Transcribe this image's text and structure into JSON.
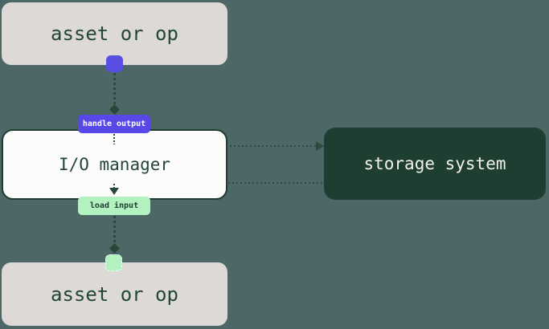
{
  "diagram": {
    "title": "io-manager-flow",
    "background_color": "#4d6767",
    "line_color": "#2b4b3d",
    "nodes": {
      "asset_top": {
        "label": "asset or op",
        "fill": "#dcd9d6",
        "text_color": "#24463a"
      },
      "io_manager": {
        "label": "I/O manager",
        "fill": "#fcfcfa",
        "border_color": "#1e3c2f",
        "text_color": "#24463a"
      },
      "storage": {
        "label": "storage system",
        "fill": "#1f3e32",
        "text_color": "#f3f1eb"
      },
      "asset_bottom": {
        "label": "asset or op",
        "fill": "#dcd9d6",
        "text_color": "#24463a"
      }
    },
    "edges": {
      "handle_output": {
        "label": "handle output",
        "badge_color": "#5848e8",
        "text_color": "#ffffff",
        "port_color": "#5a4de2",
        "from": "asset or op",
        "to": "storage system"
      },
      "load_input": {
        "label": "load input",
        "badge_color": "#b2f1c0",
        "text_color": "#1c3e30",
        "port_color": "#b2f1c0",
        "from": "storage system",
        "to": "asset or op"
      }
    }
  }
}
